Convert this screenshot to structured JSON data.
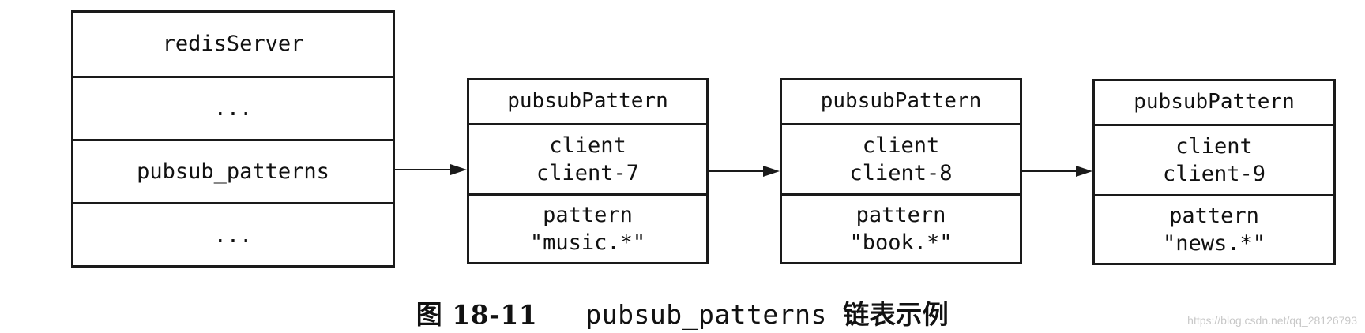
{
  "server": {
    "title": "redisServer",
    "row1": "...",
    "row2": "pubsub_patterns",
    "row3": "..."
  },
  "nodes": [
    {
      "title": "pubsubPattern",
      "client_label": "client",
      "client_value": "client-7",
      "pattern_label": "pattern",
      "pattern_value": "\"music.*\""
    },
    {
      "title": "pubsubPattern",
      "client_label": "client",
      "client_value": "client-8",
      "pattern_label": "pattern",
      "pattern_value": "\"book.*\""
    },
    {
      "title": "pubsubPattern",
      "client_label": "client",
      "client_value": "client-9",
      "pattern_label": "pattern",
      "pattern_value": "\"news.*\""
    }
  ],
  "caption": {
    "figure": "图 18-11",
    "code": "pubsub_patterns",
    "text": "链表示例"
  },
  "watermark": "https://blog.csdn.net/qq_28126793"
}
